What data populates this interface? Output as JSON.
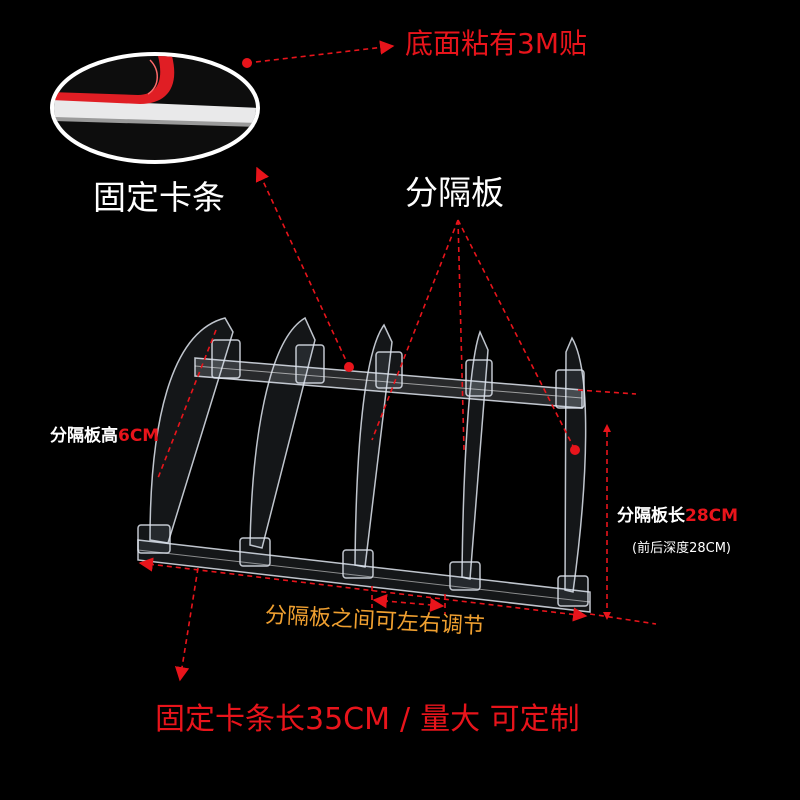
{
  "labels": {
    "tape_note": "底面粘有3M贴",
    "clip_strip": "固定卡条",
    "divider": "分隔板",
    "divider_height_label": "分隔板高",
    "divider_height_value": "6CM",
    "divider_length_label": "分隔板长",
    "divider_length_value": "28CM",
    "depth_note": "(前后深度28CM)",
    "adjustable_note": "分隔板之间可左右调节",
    "strip_length": "固定卡条长35CM",
    "separator": "/",
    "bulk_note": "量大 可定制"
  },
  "colors": {
    "background": "#000000",
    "annotation_red": "#e8141b",
    "label_white": "#ffffff",
    "adjust_orange": "#f0a030"
  }
}
